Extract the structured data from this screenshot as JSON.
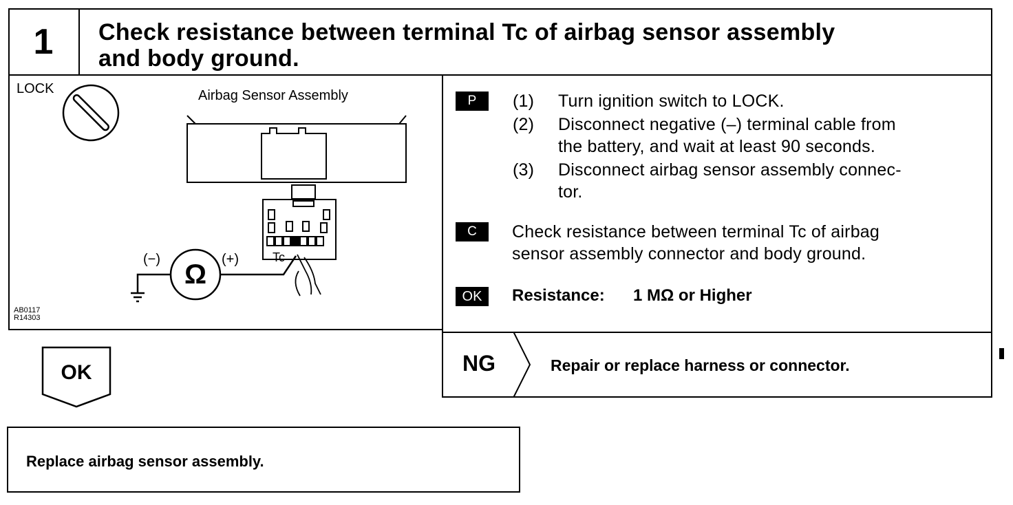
{
  "step": {
    "number": "1",
    "title": "Check resistance between terminal Tc of airbag sensor assembly\nand body ground."
  },
  "figure": {
    "lock_label": "LOCK",
    "component_label": "Airbag Sensor Assembly",
    "minus_label": "(−)",
    "plus_label": "(+)",
    "ohm_symbol": "Ω",
    "terminal_label": "Tc",
    "code_1": "AB0117",
    "code_2": "R14303"
  },
  "procedure": {
    "prep_badge": "P",
    "steps": [
      {
        "num": "(1)",
        "text": "Turn ignition switch to LOCK."
      },
      {
        "num": "(2)",
        "text": "Disconnect negative (–) terminal cable from\nthe battery, and wait at least 90 seconds."
      },
      {
        "num": "(3)",
        "text": "Disconnect airbag sensor assembly connec-\ntor."
      }
    ],
    "check_badge": "C",
    "check_text": "Check resistance between terminal Tc of airbag\nsensor assembly connector and body ground.",
    "ok_badge": "OK",
    "ok_label": "Resistance:",
    "ok_value": "1 MΩ or Higher"
  },
  "result": {
    "ok_label": "OK",
    "ng_label": "NG",
    "ng_action": "Repair or replace harness or connector.",
    "ok_action": "Replace airbag sensor assembly."
  }
}
